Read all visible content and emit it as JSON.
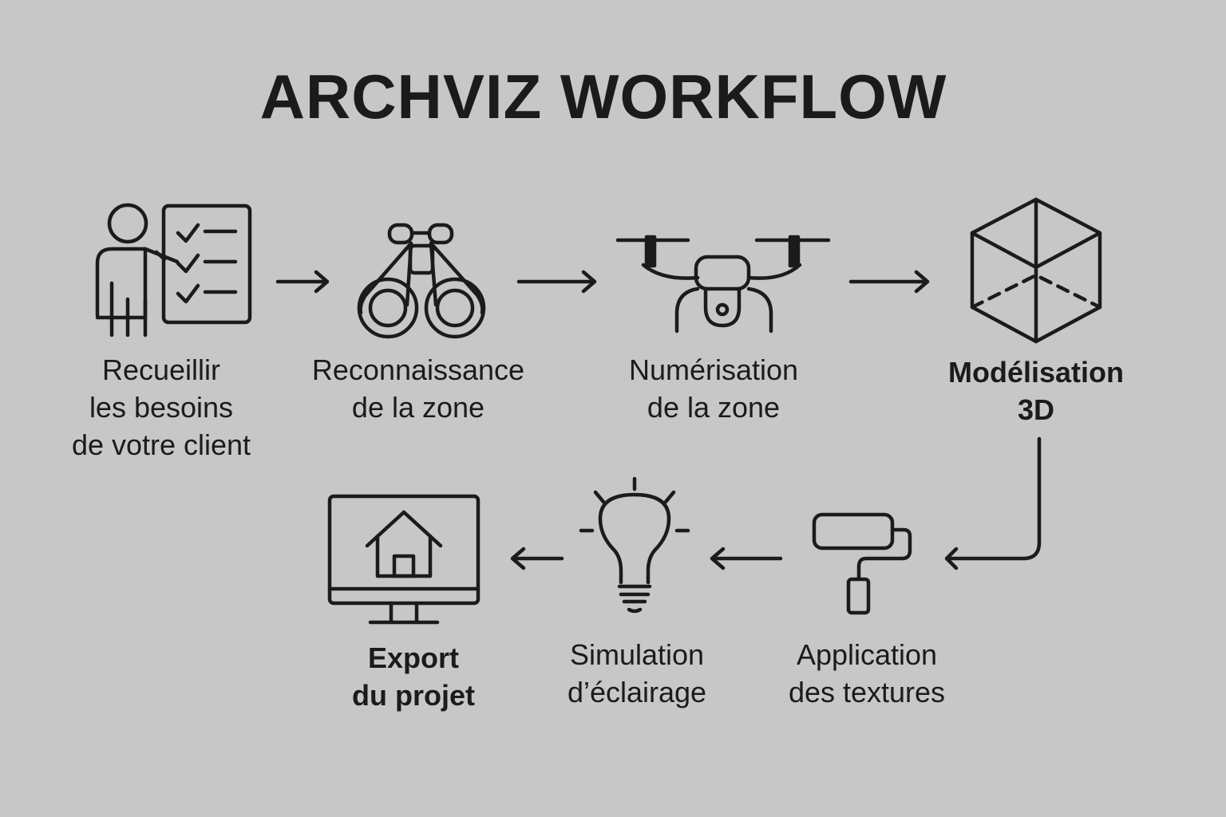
{
  "title": "ARCHVIZ WORKFLOW",
  "colors": {
    "background": "#c7c7c7",
    "ink": "#1b1b1b"
  },
  "steps": [
    {
      "icon": "presenter-checklist-icon",
      "lines": [
        "Recueillir",
        "les besoins",
        "de votre client"
      ]
    },
    {
      "icon": "binoculars-icon",
      "lines": [
        "Reconnaissance",
        "de la zone"
      ]
    },
    {
      "icon": "drone-icon",
      "lines": [
        "Numérisation",
        "de la zone"
      ]
    },
    {
      "icon": "cube-3d-icon",
      "lines": [
        "Modélisation",
        "3D"
      ]
    },
    {
      "icon": "paint-roller-icon",
      "lines": [
        "Application",
        "des textures"
      ]
    },
    {
      "icon": "light-bulb-icon",
      "lines": [
        "Simulation",
        "d’éclairage"
      ]
    },
    {
      "icon": "monitor-house-icon",
      "lines": [
        "Export",
        "du projet"
      ]
    }
  ]
}
